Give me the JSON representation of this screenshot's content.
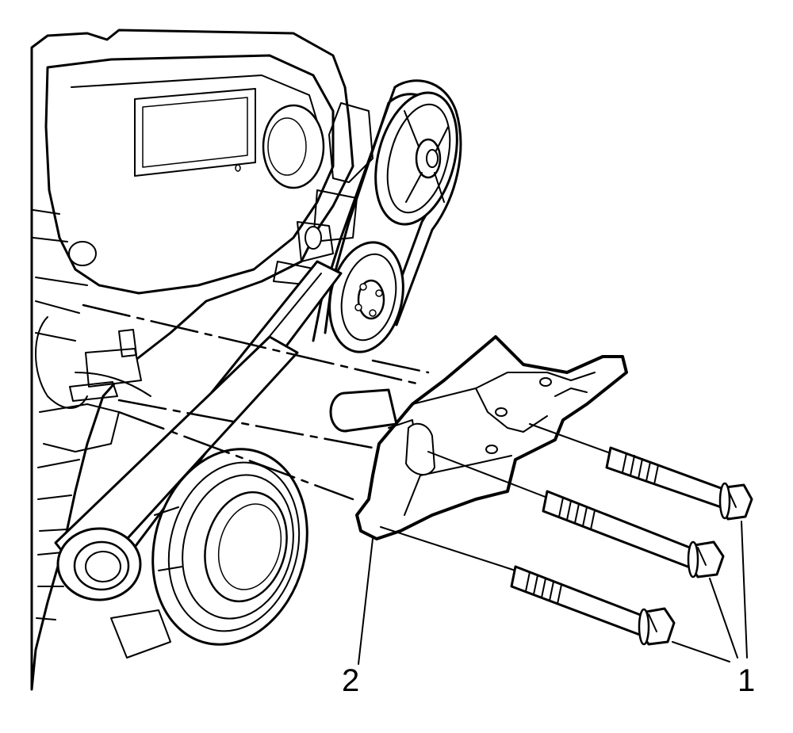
{
  "callouts": [
    {
      "label": "1",
      "part": "bolts"
    },
    {
      "label": "2",
      "part": "bracket"
    }
  ],
  "colors": {
    "line": "#000000",
    "background": "#ffffff"
  }
}
